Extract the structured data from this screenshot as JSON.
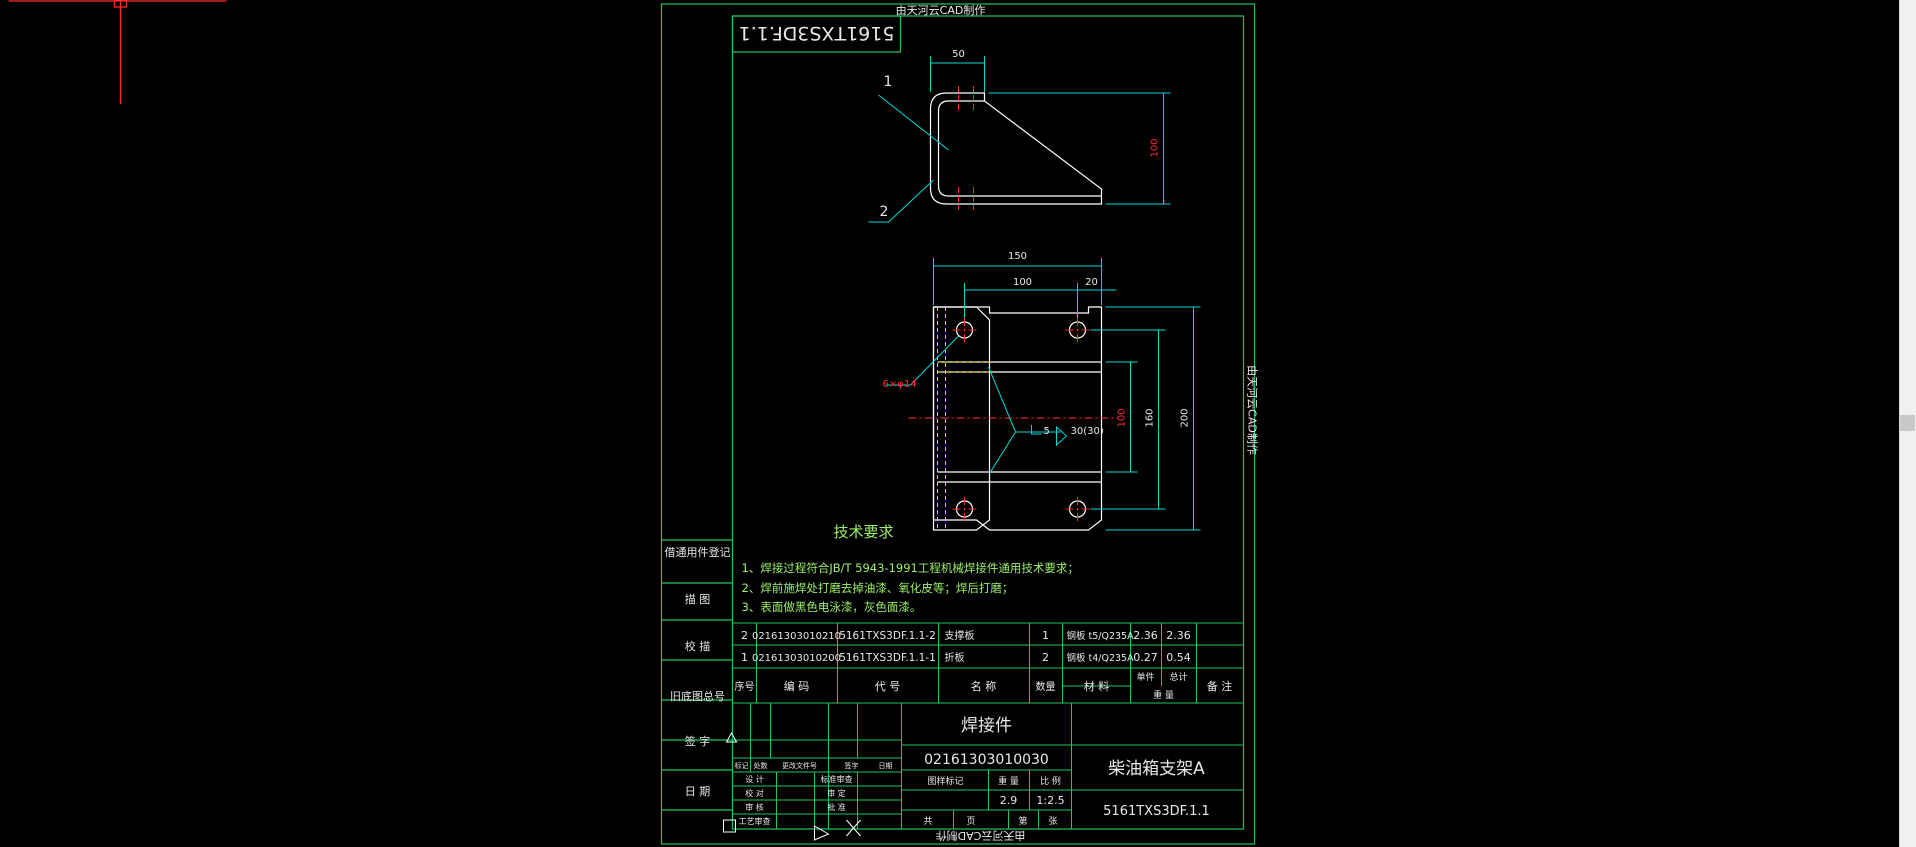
{
  "colors": {
    "frame": "#22c55e",
    "outline": "#ffffff",
    "dim": "#00d8d8",
    "center": "#ff2b2b",
    "text": "#e8e8e8",
    "note": "#9cf06a",
    "background": "#000000"
  },
  "watermark": {
    "top": "由天河云CAD制作",
    "right": "由天河云CAD制作",
    "bottom": "由天河云CAD制作"
  },
  "drawing_code_mirrored": "5161TXS3DF.1.1",
  "top_view": {
    "dim_width": "50",
    "dim_height": "100",
    "label_1": "1",
    "label_2": "2"
  },
  "plan_view": {
    "dim_total_width": "150",
    "dim_hole_pitch": "100",
    "dim_edge": "20",
    "dim_total_height": "200",
    "dim_hole_span": "160",
    "dim_inner": "100",
    "hole_callout": "6×φ14",
    "weld_callout": "5",
    "weld_length": "30(30)"
  },
  "tech_requirements": {
    "title": "技术要求",
    "items": [
      "1、焊接过程符合JB/T 5943-1991工程机械焊接件通用技术要求；",
      "2、焊前施焊处打磨去掉油漆、氧化皮等；焊后打磨；",
      "3、表面做黑色电泳漆，灰色面漆。"
    ]
  },
  "left_column": [
    "借通用件登记",
    "描  图",
    "校  描",
    "旧底图总号",
    "签  字",
    "日  期"
  ],
  "bom": {
    "rows": [
      {
        "seq": "2",
        "code": "02161303010210",
        "drawing": "5161TXS3DF.1.1-2",
        "name": "支撑板",
        "qty": "1",
        "material": "钢板 t5/Q235A",
        "unit_wt": "2.36",
        "total_wt": "2.36"
      },
      {
        "seq": "1",
        "code": "02161303010200",
        "drawing": "5161TXS3DF.1.1-1",
        "name": "折板",
        "qty": "2",
        "material": "钢板 t4/Q235A",
        "unit_wt": "0.27",
        "total_wt": "0.54"
      }
    ],
    "headers": {
      "seq": "序号",
      "code": "编  码",
      "drawing": "代  号",
      "name": "名  称",
      "qty": "数量",
      "material": "材  料",
      "unit": "单件",
      "total": "总计",
      "weight": "重  量",
      "remark": "备  注"
    }
  },
  "title_block": {
    "type": "焊接件",
    "code": "02161303010030",
    "part_name": "柴油箱支架A",
    "drawing_no": "5161TXS3DF.1.1",
    "weight": "2.9",
    "scale": "1:2.5",
    "labels": {
      "stage": "图样标记",
      "weight": "重  量",
      "scale": "比  例",
      "total": "共",
      "page": "页",
      "sheet": "第",
      "sheets": "张"
    },
    "rev_headers": [
      "标记",
      "处数",
      "更改文件号",
      "签字",
      "日期"
    ],
    "sign_rows": [
      [
        "设  计",
        "",
        "标准审查",
        ""
      ],
      [
        "校  对",
        "",
        "审  定",
        ""
      ],
      [
        "审  核",
        "",
        "批  准",
        ""
      ],
      [
        "工艺审查",
        "",
        "",
        ""
      ]
    ]
  }
}
